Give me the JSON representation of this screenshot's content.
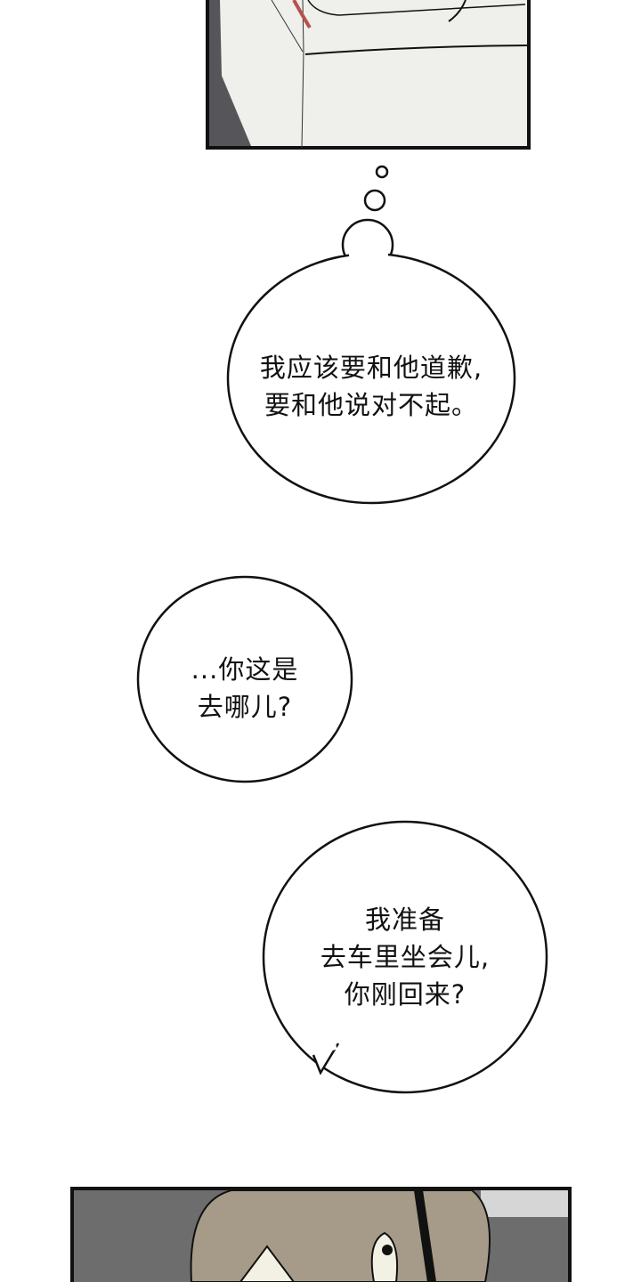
{
  "bubbles": [
    {
      "type": "thought",
      "lines": [
        "我应该要和他道歉,",
        "要和他说对不起。"
      ]
    },
    {
      "type": "speech",
      "lines": [
        "...你这是",
        "去哪儿?"
      ]
    },
    {
      "type": "speech",
      "lines": [
        "我准备",
        "去车里坐会儿,",
        "你刚回来?"
      ]
    }
  ],
  "colors": {
    "panel_bg": "#efefeb",
    "shadow": "#55555a",
    "hair": "#a59b88",
    "accent_red": "#b5524d"
  }
}
